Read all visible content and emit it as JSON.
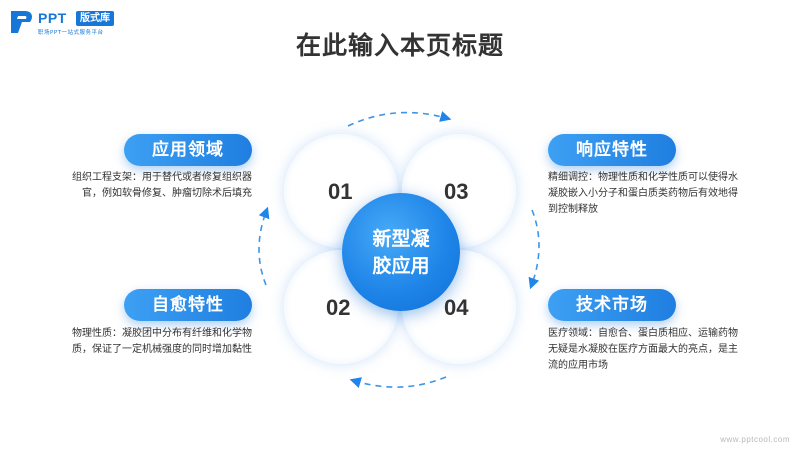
{
  "logo": {
    "brand": "PPT",
    "badge": "版式库",
    "tagline": "职场PPT一站式服务平台"
  },
  "title": "在此输入本页标题",
  "center": {
    "line1": "新型凝",
    "line2": "胶应用"
  },
  "petals": [
    {
      "number": "01"
    },
    {
      "number": "02"
    },
    {
      "number": "03"
    },
    {
      "number": "04"
    }
  ],
  "sections": {
    "top_left": {
      "label": "应用领域",
      "text": "组织工程支架：用于替代或者修复组织器官，例如软骨修复、肿瘤切除术后填充"
    },
    "bottom_left": {
      "label": "自愈特性",
      "text": "物理性质：凝胶团中分布有纤维和化学物质，保证了一定机械强度的同时增加黏性"
    },
    "top_right": {
      "label": "响应特性",
      "text": "精细调控：物理性质和化学性质可以使得水凝胶嵌入小分子和蛋白质类药物后有效地得到控制释放"
    },
    "bottom_right": {
      "label": "技术市场",
      "text": "医疗领域：自愈合、蛋白质相应、运输药物无疑是水凝胶在医疗方面最大的亮点，是主流的应用市场"
    }
  },
  "watermark": "www.pptcool.com",
  "colors": {
    "accent": "#1f85e8",
    "accent_light": "#3da0f3",
    "text": "#333333"
  }
}
